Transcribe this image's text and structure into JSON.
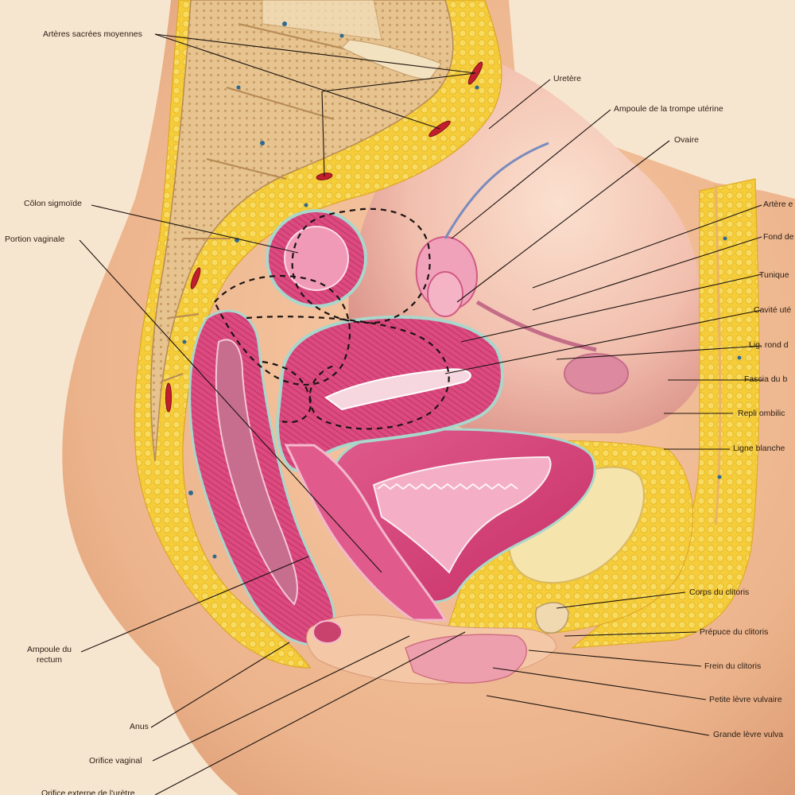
{
  "labels": {
    "arteres_sacrees": "Artères sacrées moyennes",
    "colon_sigmoide": "Côlon sigmoïde",
    "portion_vaginale": "Portion vaginale",
    "uretere": "Uretère",
    "ampoule_trompe": "Ampoule de la trompe utérine",
    "ovaire": "Ovaire",
    "artere_e": "Artère e",
    "fond_de": "Fond de",
    "tunique": "Tunique",
    "cavite_ute": "Cavité uté",
    "lig_rond": "Lig. rond d",
    "fascia": "Fascia du b",
    "repli_ombilic": "Repli ombilic",
    "ligne_blanche": "Ligne blanche",
    "corps_clitoris": "Corps du clitoris",
    "prepuce_clitoris": "Prépuce du clitoris",
    "frein_clitoris": "Frein du clitoris",
    "petite_levre": "Petite lèvre vulvaire",
    "grande_levre": "Grande lèvre vulva",
    "ampoule_rectum_1": "Ampoule du",
    "ampoule_rectum_2": "rectum",
    "anus": "Anus",
    "orifice_vaginal": "Orifice vaginal",
    "orifice_externe": "Orifice externe de l'urètre"
  },
  "colors": {
    "background": "#f7e6cf",
    "skin": "#efbc95",
    "fat": "#f5cc3a",
    "bone": "#e7c796",
    "muscle": "#d8417a",
    "mucosa": "#f19ab7",
    "bladder": "#f4e2a6",
    "vessel": "#c21e2e"
  }
}
